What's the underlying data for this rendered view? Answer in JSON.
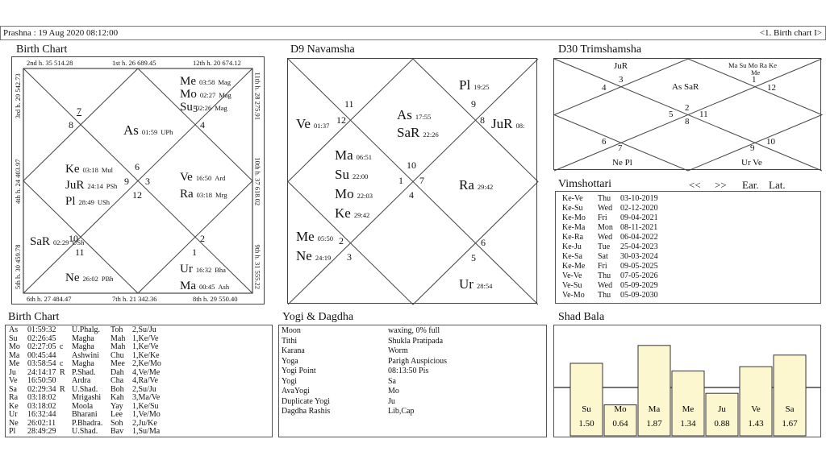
{
  "header": {
    "left": "Prashna :   19 Aug 2020  08:12:00",
    "right": "<1. Birth chart I>"
  },
  "birth_chart": {
    "title": "Birth Chart",
    "border_top": [
      "2nd h.  35  514.28",
      "1st h.  26  689.45",
      "12th h.  20  674.12"
    ],
    "border_bottom": [
      "6th h.  27  484.47",
      "7th h.  21  342.36",
      "8th h.  29  550.40"
    ],
    "border_left": [
      "3rd h.  29  542.73",
      "4th h.  24  403.97",
      "5th h.  30  459.78"
    ],
    "border_right": [
      "11th h.  28  275.91",
      "10th h.  37  618.02",
      "9th h.  31  555.22"
    ],
    "house_numbers": [
      "4",
      "5",
      "7",
      "8",
      "6",
      "9",
      "3",
      "12",
      "10",
      "11",
      "2",
      "1"
    ],
    "planets": [
      {
        "name": "Me",
        "deg": "03:58",
        "nak": "Mag"
      },
      {
        "name": "Mo",
        "deg": "02:27",
        "nak": "Mag"
      },
      {
        "name": "Su",
        "deg": "02:26",
        "nak": "Mag"
      },
      {
        "name": "As",
        "deg": "01:59",
        "nak": "UPh"
      },
      {
        "name": "Ke",
        "deg": "03:18",
        "nak": "Mul"
      },
      {
        "name": "JuR",
        "deg": "24:14",
        "nak": "PSh"
      },
      {
        "name": "Pl",
        "deg": "28:49",
        "nak": "USh"
      },
      {
        "name": "Ve",
        "deg": "16:50",
        "nak": "Ard"
      },
      {
        "name": "Ra",
        "deg": "03:18",
        "nak": "Mrg"
      },
      {
        "name": "SaR",
        "deg": "02:29",
        "nak": "USh"
      },
      {
        "name": "Ne",
        "deg": "26:02",
        "nak": "PBh"
      },
      {
        "name": "Ur",
        "deg": "16:32",
        "nak": "Bha"
      },
      {
        "name": "Ma",
        "deg": "00:45",
        "nak": "Ash"
      }
    ]
  },
  "d9": {
    "title": "D9 Navamsha",
    "house_numbers": [
      "11",
      "12",
      "9",
      "8",
      "10",
      "1",
      "7",
      "4",
      "2",
      "3",
      "6",
      "5"
    ],
    "planets": [
      {
        "name": "Pl",
        "deg": "19:25"
      },
      {
        "name": "As",
        "deg": "17:55"
      },
      {
        "name": "SaR",
        "deg": "22:26"
      },
      {
        "name": "Ve",
        "deg": "01:37"
      },
      {
        "name": "JuR",
        "deg": "08:"
      },
      {
        "name": "Ma",
        "deg": "06:51"
      },
      {
        "name": "Su",
        "deg": "22:00"
      },
      {
        "name": "Mo",
        "deg": "22:03"
      },
      {
        "name": "Ke",
        "deg": "29:42"
      },
      {
        "name": "Ra",
        "deg": "29:42"
      },
      {
        "name": "Me",
        "deg": "05:50"
      },
      {
        "name": "Ne",
        "deg": "24:19"
      },
      {
        "name": "Ur",
        "deg": "28:54"
      }
    ]
  },
  "d30": {
    "title": "D30 Trimshamsha",
    "labels": [
      "JuR",
      "Ma Su Mo Ra Ke",
      "Me",
      "As SaR",
      "Ne Pl",
      "Ur Ve"
    ],
    "house_numbers": [
      "3",
      "4",
      "1",
      "12",
      "2",
      "5",
      "11",
      "8",
      "6",
      "7",
      "10",
      "9"
    ]
  },
  "vimshottari": {
    "title": "Vimshottari",
    "nav": [
      "<<",
      ">>",
      "Ear.",
      "Lat."
    ],
    "rows": [
      [
        "Ke-Ve",
        "Thu",
        "03-10-2019"
      ],
      [
        "Ke-Su",
        "Wed",
        "02-12-2020"
      ],
      [
        "Ke-Mo",
        "Fri",
        "09-04-2021"
      ],
      [
        "Ke-Ma",
        "Mon",
        "08-11-2021"
      ],
      [
        "Ke-Ra",
        "Wed",
        "06-04-2022"
      ],
      [
        "Ke-Ju",
        "Tue",
        "25-04-2023"
      ],
      [
        "Ke-Sa",
        "Sat",
        "30-03-2024"
      ],
      [
        "Ke-Me",
        "Fri",
        "09-05-2025"
      ],
      [
        "Ve-Ve",
        "Thu",
        "07-05-2026"
      ],
      [
        "Ve-Su",
        "Wed",
        "05-09-2029"
      ],
      [
        "Ve-Mo",
        "Thu",
        "05-09-2030"
      ]
    ]
  },
  "birth_table": {
    "title": "Birth Chart",
    "rows": [
      [
        "As",
        "01:59:32",
        "",
        "U.Phalg.",
        "Toh",
        "2,Su/Ju"
      ],
      [
        "Su",
        "02:26:45",
        "",
        "Magha",
        "Mah",
        "1,Ke/Ve"
      ],
      [
        "Mo",
        "02:27:05",
        "c",
        "Magha",
        "Mah",
        "1,Ke/Ve"
      ],
      [
        "Ma",
        "00:45:44",
        "",
        "Ashwini",
        "Chu",
        "1,Ke/Ke"
      ],
      [
        "Me",
        "03:58:54",
        "c",
        "Magha",
        "Mee",
        "2,Ke/Mo"
      ],
      [
        "Ju",
        "24:14:17",
        "R",
        "P.Shad.",
        "Dah",
        "4,Ve/Me"
      ],
      [
        "Ve",
        "16:50:50",
        "",
        "Ardra",
        "Cha",
        "4,Ra/Ve"
      ],
      [
        "Sa",
        "02:29:34",
        "R",
        "U.Shad.",
        "Boh",
        "2,Su/Ju"
      ],
      [
        "Ra",
        "03:18:02",
        "",
        "Mrigashi",
        "Kah",
        "3,Ma/Ve"
      ],
      [
        "Ke",
        "03:18:02",
        "",
        "Moola",
        "Yay",
        "1,Ke/Su"
      ],
      [
        "Ur",
        "16:32:44",
        "",
        "Bharani",
        "Lee",
        "1,Ve/Mo"
      ],
      [
        "Ne",
        "26:02:11",
        "",
        "P.Bhadra.",
        "Soh",
        "2,Ju/Ke"
      ],
      [
        "Pl",
        "28:49:29",
        "",
        "U.Shad.",
        "Bav",
        "1,Su/Ma"
      ]
    ]
  },
  "yogi": {
    "title": "Yogi & Dagdha",
    "rows": [
      [
        "Moon",
        "waxing, 0% full"
      ],
      [
        "Tithi",
        "Shukla  Pratipada"
      ],
      [
        "Karana",
        "Worm"
      ],
      [
        "Yoga",
        "Parigh Auspicious"
      ],
      [
        "Yogi Point",
        "08:13:50 Pis"
      ],
      [
        "Yogi",
        "Sa"
      ],
      [
        "AvaYogi",
        "Mo"
      ],
      [
        "Duplicate Yogi",
        "Ju"
      ],
      [
        "Dagdha Rashis",
        "Lib,Cap"
      ]
    ]
  },
  "shad_bala": {
    "title": "Shad Bala",
    "planets": [
      "Su",
      "Mo",
      "Ma",
      "Me",
      "Ju",
      "Ve",
      "Sa"
    ],
    "values": [
      "1.50",
      "0.64",
      "1.87",
      "1.34",
      "0.88",
      "1.43",
      "1.67"
    ],
    "values_num": [
      1.5,
      0.64,
      1.87,
      1.34,
      0.88,
      1.43,
      1.67
    ]
  }
}
